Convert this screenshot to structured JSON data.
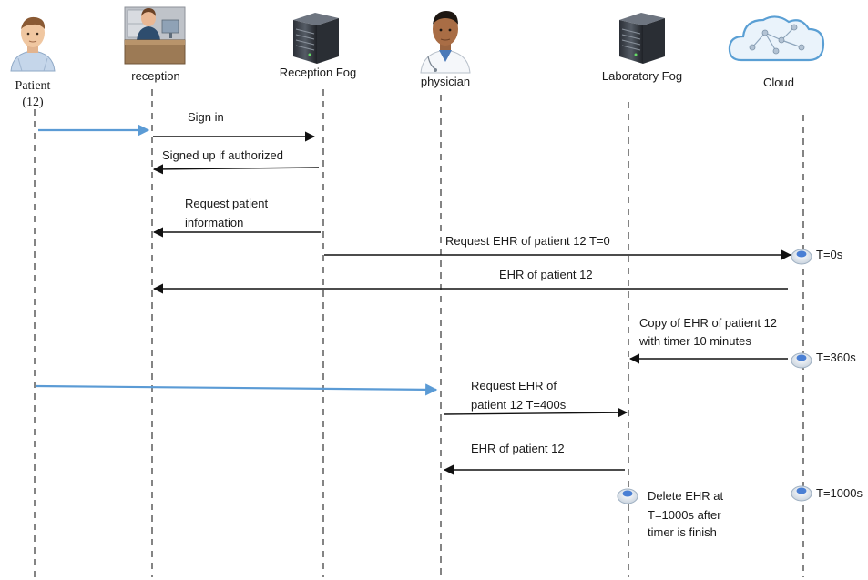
{
  "actors": {
    "patient": {
      "label_line1": "Patient",
      "label_line2": "(12)"
    },
    "reception": {
      "label": "reception"
    },
    "reception_fog": {
      "label": "Reception Fog"
    },
    "physician": {
      "label": "physician"
    },
    "laboratory_fog": {
      "label": "Laboratory Fog"
    },
    "cloud": {
      "label": "Cloud"
    }
  },
  "messages": {
    "sign_in": "Sign in",
    "signed_up": "Signed up if authorized",
    "request_info_line1": "Request patient",
    "request_info_line2": "information",
    "request_ehr_cloud": "Request EHR of patient 12 T=0",
    "ehr_to_reception": "EHR of patient 12",
    "copy_ehr_line1": "Copy of EHR of patient 12",
    "copy_ehr_line2": "with timer 10 minutes",
    "request_ehr_lab_line1": "Request EHR of",
    "request_ehr_lab_line2": "patient 12 T=400s",
    "ehr_to_physician": "EHR of patient 12",
    "delete_line1": "Delete EHR at",
    "delete_line2": "T=1000s after",
    "delete_line3": "timer is finish"
  },
  "time_labels": {
    "t0": "T=0s",
    "t360": "T=360s",
    "t1000": "T=1000s"
  },
  "colors": {
    "arrow": "#111111",
    "patient_arrow": "#5b9bd5",
    "timer_marker": "#4a7fd4",
    "cloud_outline": "#5a9fd4"
  },
  "icons": {
    "patient": "patient-icon",
    "reception": "receptionist-icon",
    "reception_fog": "server-icon",
    "physician": "doctor-icon",
    "laboratory_fog": "server-icon",
    "cloud": "cloud-network-icon",
    "timer": "timer-marker-icon"
  }
}
